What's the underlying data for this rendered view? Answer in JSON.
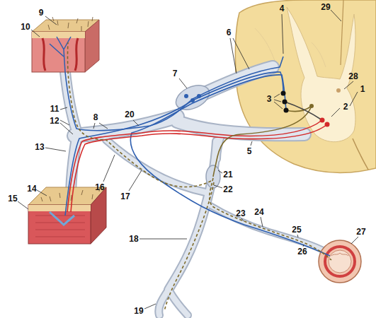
{
  "diagram": {
    "labels": [
      "9",
      "10",
      "4",
      "29",
      "6",
      "7",
      "3",
      "28",
      "1",
      "2",
      "11",
      "8",
      "20",
      "12",
      "13",
      "5",
      "21",
      "16",
      "22",
      "17",
      "14",
      "15",
      "23",
      "24",
      "25",
      "26",
      "27",
      "18",
      "19"
    ]
  }
}
